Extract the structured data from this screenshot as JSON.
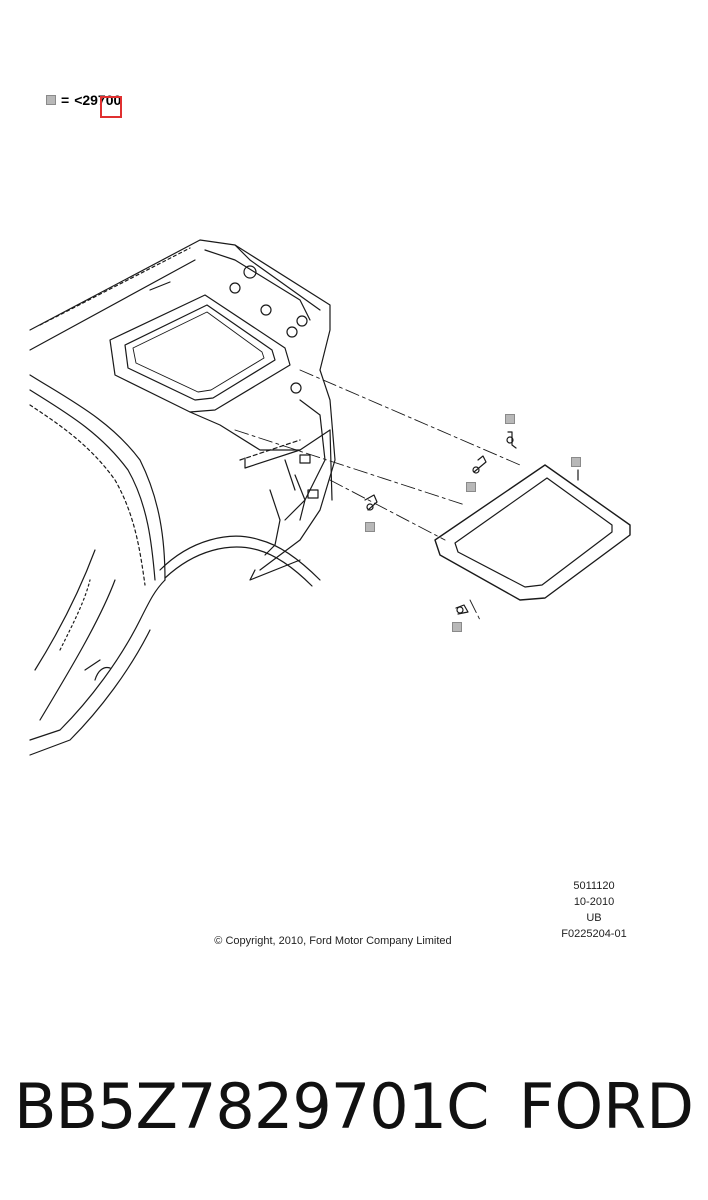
{
  "legend": {
    "marker_icon": "grey-square",
    "equals": "=",
    "code": "<29700",
    "highlight_color": "#e03030"
  },
  "info": {
    "line1": "5011120",
    "line2": "10-2010",
    "line3": "UB",
    "line4": "F0225204-01"
  },
  "copyright": "© Copyright, 2010, Ford Motor Company Limited",
  "footer": {
    "part_number": "BB5Z7829701C",
    "brand": "FORD"
  }
}
